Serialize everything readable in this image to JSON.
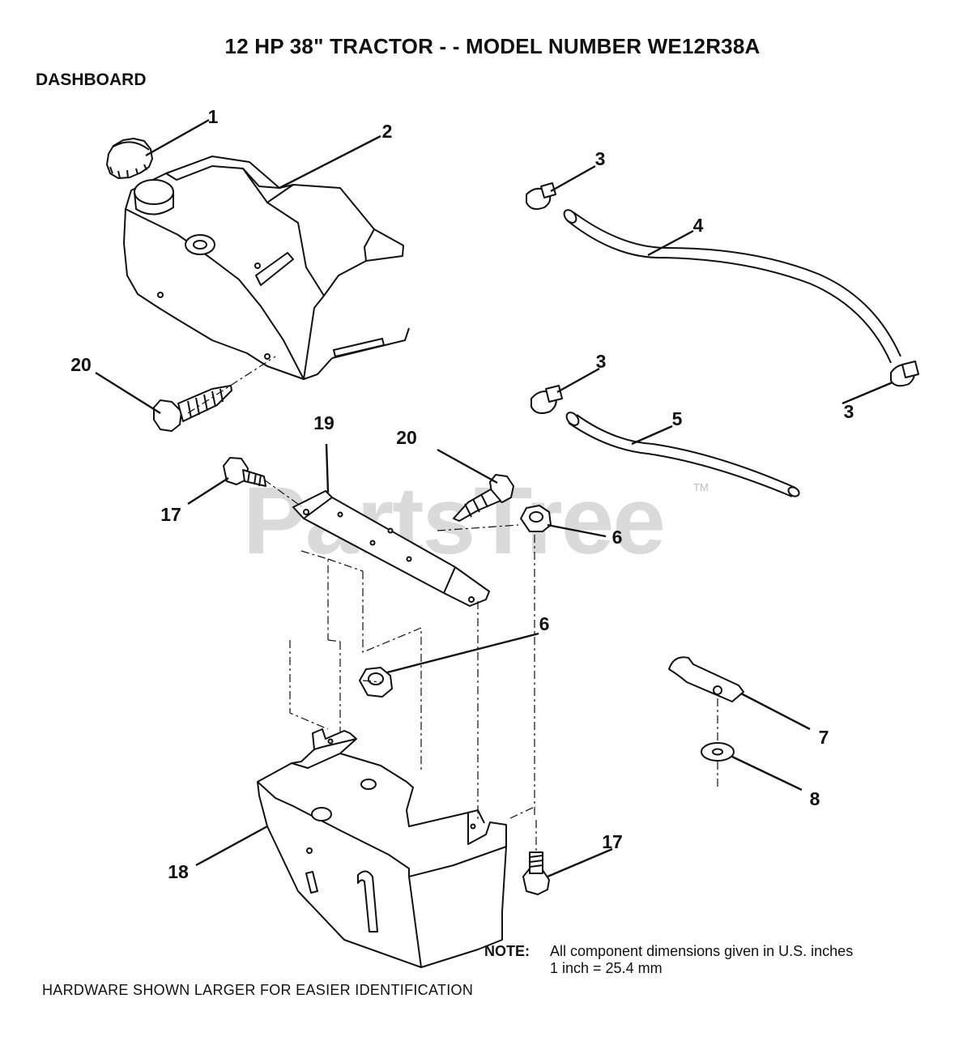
{
  "title": "12 HP 38\" TRACTOR - - MODEL NUMBER WE12R38A",
  "section": "DASHBOARD",
  "watermark": "PartsTree",
  "watermark_tm": "TM",
  "callouts": [
    "1",
    "2",
    "3",
    "4",
    "3",
    "3",
    "5",
    "20",
    "19",
    "20",
    "17",
    "6",
    "6",
    "7",
    "8",
    "18",
    "17"
  ],
  "note": {
    "label": "NOTE:",
    "line1": "All component dimensions given in U.S. inches",
    "line2": "1 inch = 25.4 mm"
  },
  "footer": "HARDWARE SHOWN LARGER FOR EASIER IDENTIFICATION"
}
